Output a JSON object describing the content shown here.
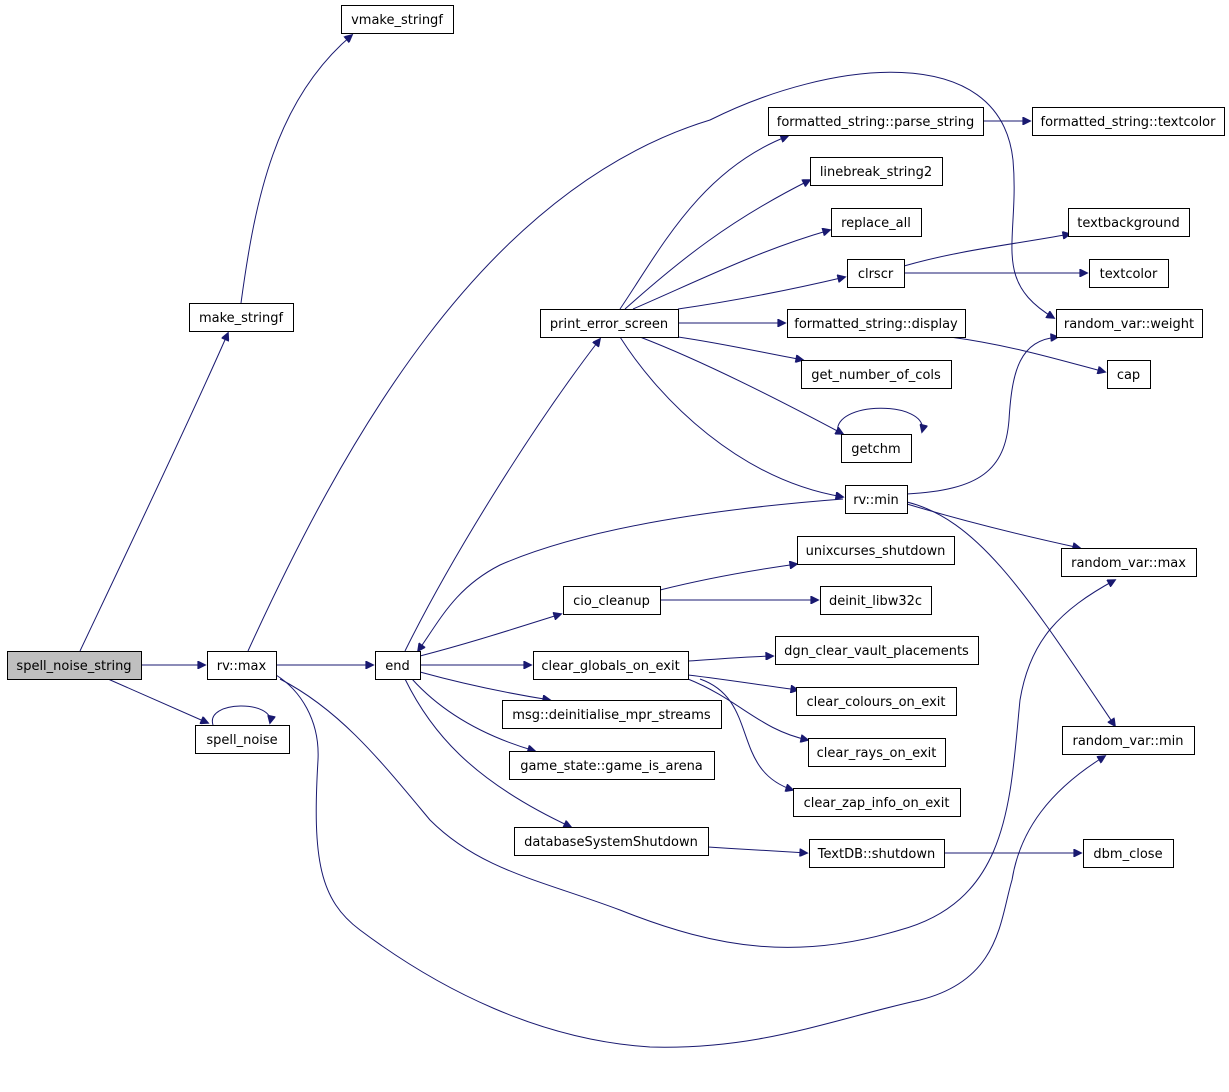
{
  "nodes": [
    {
      "id": "spell_noise_string",
      "label": "spell_noise_string",
      "highlight": true
    },
    {
      "id": "make_stringf",
      "label": "make_stringf"
    },
    {
      "id": "vmake_stringf",
      "label": "vmake_stringf"
    },
    {
      "id": "rv_max",
      "label": "rv::max"
    },
    {
      "id": "spell_noise",
      "label": "spell_noise"
    },
    {
      "id": "end",
      "label": "end"
    },
    {
      "id": "print_error_screen",
      "label": "print_error_screen"
    },
    {
      "id": "fs_parse_string",
      "label": "formatted_string::parse_string"
    },
    {
      "id": "fs_textcolor",
      "label": "formatted_string::textcolor"
    },
    {
      "id": "linebreak_string2",
      "label": "linebreak_string2"
    },
    {
      "id": "replace_all",
      "label": "replace_all"
    },
    {
      "id": "clrscr",
      "label": "clrscr"
    },
    {
      "id": "textbackground",
      "label": "textbackground"
    },
    {
      "id": "textcolor",
      "label": "textcolor"
    },
    {
      "id": "fs_display",
      "label": "formatted_string::display"
    },
    {
      "id": "random_var_weight",
      "label": "random_var::weight"
    },
    {
      "id": "cap",
      "label": "cap"
    },
    {
      "id": "get_number_of_cols",
      "label": "get_number_of_cols"
    },
    {
      "id": "getchm",
      "label": "getchm"
    },
    {
      "id": "rv_min",
      "label": "rv::min"
    },
    {
      "id": "unixcurses_shutdown",
      "label": "unixcurses_shutdown"
    },
    {
      "id": "random_var_max",
      "label": "random_var::max"
    },
    {
      "id": "cio_cleanup",
      "label": "cio_cleanup"
    },
    {
      "id": "deinit_libw32c",
      "label": "deinit_libw32c"
    },
    {
      "id": "dgn_clear_vault_placements",
      "label": "dgn_clear_vault_placements"
    },
    {
      "id": "clear_globals_on_exit",
      "label": "clear_globals_on_exit"
    },
    {
      "id": "clear_colours_on_exit",
      "label": "clear_colours_on_exit"
    },
    {
      "id": "msg_deinit",
      "label": "msg::deinitialise_mpr_streams"
    },
    {
      "id": "random_var_min",
      "label": "random_var::min"
    },
    {
      "id": "clear_rays_on_exit",
      "label": "clear_rays_on_exit"
    },
    {
      "id": "game_is_arena",
      "label": "game_state::game_is_arena"
    },
    {
      "id": "clear_zap_info_on_exit",
      "label": "clear_zap_info_on_exit"
    },
    {
      "id": "databaseSystemShutdown",
      "label": "databaseSystemShutdown"
    },
    {
      "id": "textdb_shutdown",
      "label": "TextDB::shutdown"
    },
    {
      "id": "dbm_close",
      "label": "dbm_close"
    }
  ],
  "edges": [
    {
      "from": "spell_noise_string",
      "to": "make_stringf"
    },
    {
      "from": "make_stringf",
      "to": "vmake_stringf"
    },
    {
      "from": "spell_noise_string",
      "to": "rv_max"
    },
    {
      "from": "spell_noise_string",
      "to": "spell_noise"
    },
    {
      "from": "spell_noise",
      "to": "spell_noise"
    },
    {
      "from": "rv_max",
      "to": "end"
    },
    {
      "from": "rv_max",
      "to": "random_var_weight"
    },
    {
      "from": "rv_max",
      "to": "random_var_max"
    },
    {
      "from": "rv_max",
      "to": "random_var_min"
    },
    {
      "from": "end",
      "to": "print_error_screen"
    },
    {
      "from": "end",
      "to": "cio_cleanup"
    },
    {
      "from": "end",
      "to": "clear_globals_on_exit"
    },
    {
      "from": "end",
      "to": "msg_deinit"
    },
    {
      "from": "end",
      "to": "game_is_arena"
    },
    {
      "from": "end",
      "to": "databaseSystemShutdown"
    },
    {
      "from": "rv_min",
      "to": "end"
    },
    {
      "from": "print_error_screen",
      "to": "fs_parse_string"
    },
    {
      "from": "print_error_screen",
      "to": "linebreak_string2"
    },
    {
      "from": "print_error_screen",
      "to": "replace_all"
    },
    {
      "from": "print_error_screen",
      "to": "clrscr"
    },
    {
      "from": "print_error_screen",
      "to": "fs_display"
    },
    {
      "from": "print_error_screen",
      "to": "get_number_of_cols"
    },
    {
      "from": "print_error_screen",
      "to": "getchm"
    },
    {
      "from": "print_error_screen",
      "to": "rv_min"
    },
    {
      "from": "getchm",
      "to": "getchm"
    },
    {
      "from": "fs_parse_string",
      "to": "fs_textcolor"
    },
    {
      "from": "clrscr",
      "to": "textbackground"
    },
    {
      "from": "clrscr",
      "to": "textcolor"
    },
    {
      "from": "fs_display",
      "to": "cap"
    },
    {
      "from": "rv_min",
      "to": "random_var_weight"
    },
    {
      "from": "rv_min",
      "to": "random_var_max"
    },
    {
      "from": "rv_min",
      "to": "random_var_min"
    },
    {
      "from": "cio_cleanup",
      "to": "unixcurses_shutdown"
    },
    {
      "from": "cio_cleanup",
      "to": "deinit_libw32c"
    },
    {
      "from": "clear_globals_on_exit",
      "to": "dgn_clear_vault_placements"
    },
    {
      "from": "clear_globals_on_exit",
      "to": "clear_colours_on_exit"
    },
    {
      "from": "clear_globals_on_exit",
      "to": "clear_rays_on_exit"
    },
    {
      "from": "clear_globals_on_exit",
      "to": "clear_zap_info_on_exit"
    },
    {
      "from": "databaseSystemShutdown",
      "to": "textdb_shutdown"
    },
    {
      "from": "textdb_shutdown",
      "to": "dbm_close"
    }
  ],
  "colors": {
    "edge": "#191970",
    "node_border": "#000000",
    "node_fill": "#ffffff",
    "highlight_fill": "#bfbfbf"
  }
}
